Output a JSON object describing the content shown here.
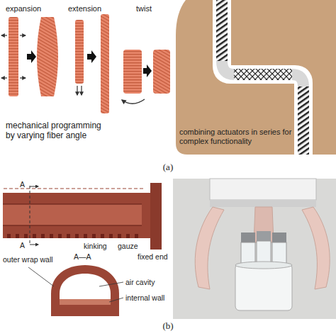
{
  "diagram": {
    "labels": [
      "expansion",
      "extension",
      "twist",
      "mechanical programming by varying fiber angle",
      "combining actuators in series for complex functionality",
      "(a)",
      "A",
      "A",
      "A—A",
      "kinking",
      "gauze",
      "fixed end",
      "outer wrap wall",
      "internal wall",
      "air cavity",
      "(b)"
    ]
  }
}
